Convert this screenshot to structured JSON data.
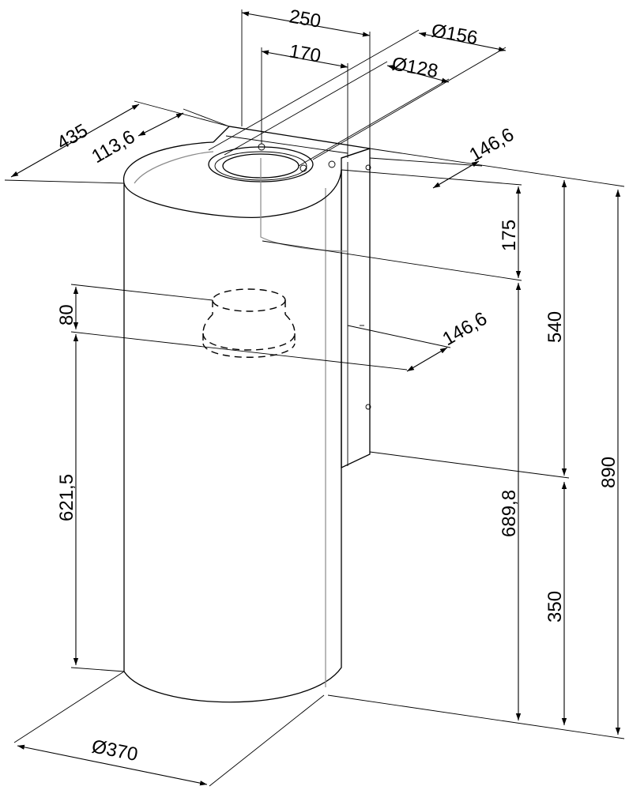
{
  "drawing": {
    "labels": {
      "width_250": "250",
      "width_170": "170",
      "dia_156": "Ø156",
      "dia_128": "Ø128",
      "depth_435": "435",
      "offset_113_6": "113,6",
      "top_146_6": "146,6",
      "mid_146_6": "146,6",
      "h_175": "175",
      "h_80": "80",
      "h_540": "540",
      "h_621_5": "621,5",
      "h_689_8": "689,8",
      "h_890": "890",
      "h_350": "350",
      "dia_370": "Ø370"
    }
  }
}
